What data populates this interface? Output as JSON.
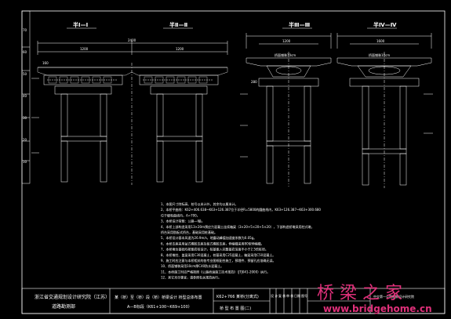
{
  "section_titles": [
    "半Ⅰ—Ⅰ",
    "半Ⅱ—Ⅱ",
    "半Ⅲ—Ⅲ",
    "半Ⅳ—Ⅳ"
  ],
  "dimensions": {
    "left_overall": "2400",
    "left_half": "1200",
    "left_small": "160",
    "pier_left_width": "280",
    "pier_right_width": "1200",
    "pier_right_top": "1600",
    "cap_text_1": "桥面铺装10cm",
    "cap_text_2": "桥面铺装10cm"
  },
  "left_strip_labels": [
    "70",
    "60",
    "50",
    "40",
    "30",
    "20",
    "10"
  ],
  "notes": [
    "1、本图尺寸除标高、桩号以米计外，其余均以厘米计。",
    "2、本桥平曲线：K62+406.638~K63+126.387位于半径R=5800的圆曲线内，K63+126.387~K63+300.680",
    "   位于缓和曲线内，A=700。",
    "3、本桥设计荷载：公路—Ⅰ级。",
    "4、本桥上部构造采用13×20m预应力混凝土连续箱梁（3×20+5×20+5×20），下部构造桥墩采用柱式墩，",
    "   桥台采用肋板式桥台，基础采用桩基础。",
    "5、本桥设计基本风速为26.9m/s，地震动峰值加速度系数为0.05g。",
    "6、本桥支座采用盆式橡胶支座及板式橡胶支座，伸缩缝采用80型伸缩缝。",
    "7、本桥墩台基础均按嵌岩桩设计，桩基嵌入完整基岩深度不小于2.5倍桩径。",
    "8、本桥墩柱、盖梁采用C30混凝土，桩基采用C25混凝土，箱梁采用C50混凝土。",
    "9、施工时应注意与本桥相关的各专业图纸配合施工，预埋件、预留孔应准确无误。",
    "10、桥面铺装采用10cm厚C40防水混凝土。",
    "11、本桥施工时应严格按照《公路桥涵施工技术规范》（JTJ041-2000）执行。",
    "12、其它未尽事宜，请参照有关规范执行。"
  ],
  "title_block": {
    "company": "浙江省交通规划设计研究院（江苏）",
    "company_sub": "道路勘测部",
    "project": "某（桥）至（桥）段（桥）桥梁设计  桥型总体布置",
    "project_sub": "A—B标段（K61+100~K69+100）",
    "bridge": "K62+766  某桥(分离式)",
    "drawing_name": "桥 型 布 置 图(二)",
    "design_label": "设 计",
    "check_label": "复 核",
    "review_label": "审 核",
    "date_label": "日期",
    "sheet_label": "图号",
    "company_right": "中交第一公路勘察设计研究院"
  },
  "watermark": {
    "cn": "桥 梁 之 家",
    "url": "www.bridgehome.cn"
  }
}
